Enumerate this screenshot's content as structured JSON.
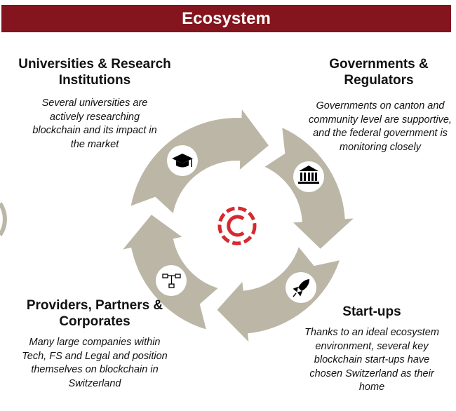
{
  "title": "Ecosystem",
  "colors": {
    "title_bar": "#84141d",
    "ring": "#bcb6a6",
    "logo": "#d42a30"
  },
  "segments": [
    {
      "heading": "Universities & Research Institutions",
      "description": "Several universities are actively researching blockchain and its impact in the market",
      "icon": "graduation-cap-icon"
    },
    {
      "heading": "Governments & Regulators",
      "description": "Governments on canton and community level are supportive, and the federal government is monitoring closely",
      "icon": "government-building-icon"
    },
    {
      "heading": "Start-ups",
      "description": "Thanks to an ideal ecosystem environment, several key blockchain start-ups have chosen Switzerland as their home",
      "icon": "rocket-icon"
    },
    {
      "heading": "Providers, Partners & Corporates",
      "description": "Many large companies within Tech, FS and Legal and position themselves on blockchain in Switzerland",
      "icon": "network-icon"
    }
  ]
}
